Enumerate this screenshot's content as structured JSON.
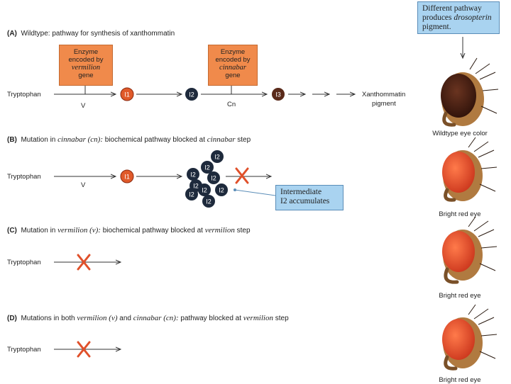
{
  "panels": {
    "A": {
      "prefix": "(A)",
      "text": "Wildtype:  pathway for synthesis of xanthommatin",
      "start": "Tryptophan",
      "step1_label": "V",
      "step2_label": "Cn",
      "i1": "I1",
      "i2": "I2",
      "i3": "I3",
      "product_line1": "Xanthommatin",
      "product_line2": "pigment",
      "enzyme_v": {
        "line1": "Enzyme",
        "line2": "encoded by",
        "gene": "vermilion",
        "line4": "gene"
      },
      "enzyme_cn": {
        "line1": "Enzyme",
        "line2": "encoded by",
        "gene": "cinnabar",
        "line4": "gene"
      }
    },
    "B": {
      "prefix": "(B)",
      "pre": "Mutation in ",
      "gene1": "cinnabar (cn):",
      "mid": " biochemical pathway blocked at ",
      "gene2": "cinnabar",
      "post": " step",
      "start": "Tryptophan",
      "step1_label": "V",
      "i1": "I1",
      "i2_cluster": [
        "I2",
        "I2",
        "I2",
        "I2",
        "I2",
        "I2",
        "I2",
        "I2",
        "I2"
      ],
      "note_line1": "Intermediate",
      "note_line2": "I2 accumulates"
    },
    "C": {
      "prefix": "(C)",
      "pre": "Mutation in ",
      "gene1": "vermilion (v):",
      "mid": " biochemical pathway blocked at ",
      "gene2": "vermilion",
      "post": " step",
      "start": "Tryptophan"
    },
    "D": {
      "prefix": "(D)",
      "pre": "Mutations in both ",
      "gene1": "vermilion (v)",
      "mid1": " and ",
      "gene2": "cinnabar (cn):",
      "mid2": " pathway blocked at ",
      "gene3": "vermilion",
      "post": " step",
      "start": "Tryptophan"
    }
  },
  "side_note": {
    "line1": "Different pathway",
    "line2": "produces ",
    "italic": "drosopterin",
    "line3": "pigment."
  },
  "eye_captions": [
    "Wildtype eye color",
    "Bright red eye",
    "Bright red eye",
    "Bright red eye"
  ],
  "colors": {
    "enzyme_box": "#f08a4b",
    "note_box": "#a9d3f0",
    "i1_circle": "#e05a2a",
    "i2_circle": "#1e2a3c",
    "i3_circle": "#5a2a1a",
    "block_x": "#e0502a",
    "wildtype_eye": "#3a1a10",
    "mutant_eye": "#e04020"
  },
  "icons": {
    "block": "x-mark-icon",
    "arrow": "arrow-right-icon",
    "eye": "fly-head-icon"
  }
}
